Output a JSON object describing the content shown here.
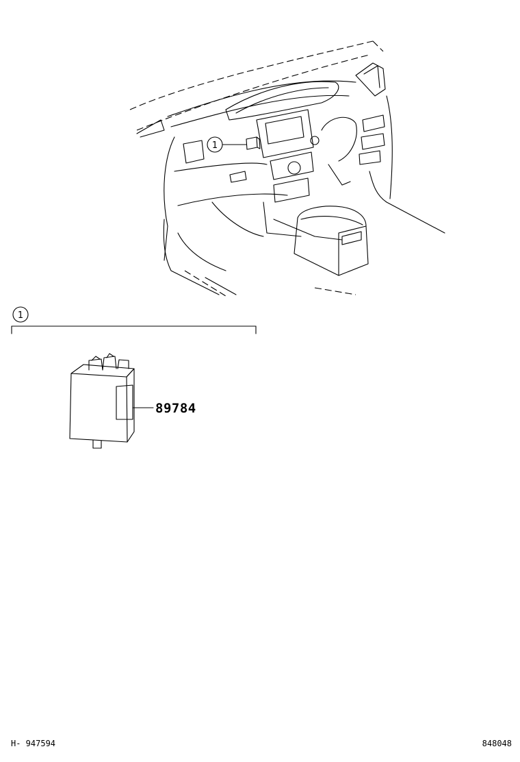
{
  "diagram": {
    "callout_top": "1",
    "callout_section": "1",
    "part_number": "89784"
  },
  "footer": {
    "left_code": "H- 947594",
    "right_code": "848048"
  }
}
